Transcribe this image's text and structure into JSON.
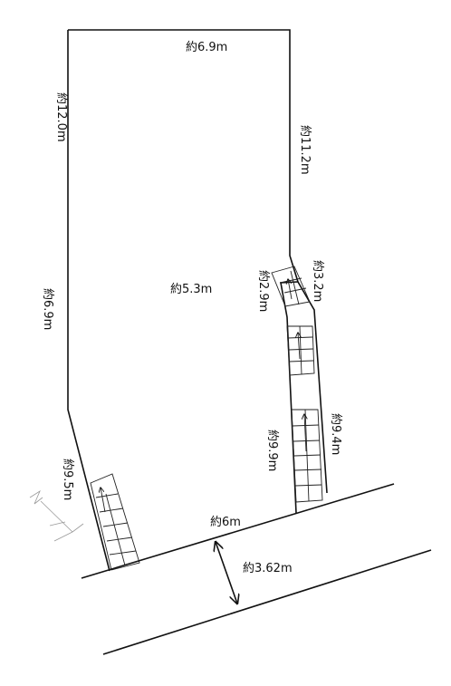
{
  "labels": {
    "top": "約6.9m",
    "left_upper": "約12.0m",
    "right_upper": "約11.2m",
    "center": "約5.3m",
    "left_lower": "約6.9m",
    "right_notch_left": "約2.9m",
    "right_notch_right": "約3.2m",
    "passage_left": "約9.9m",
    "passage_right": "約9.4m",
    "bottom_left": "約9.5m",
    "frontage": "約6m",
    "road_width": "約3.62m"
  }
}
